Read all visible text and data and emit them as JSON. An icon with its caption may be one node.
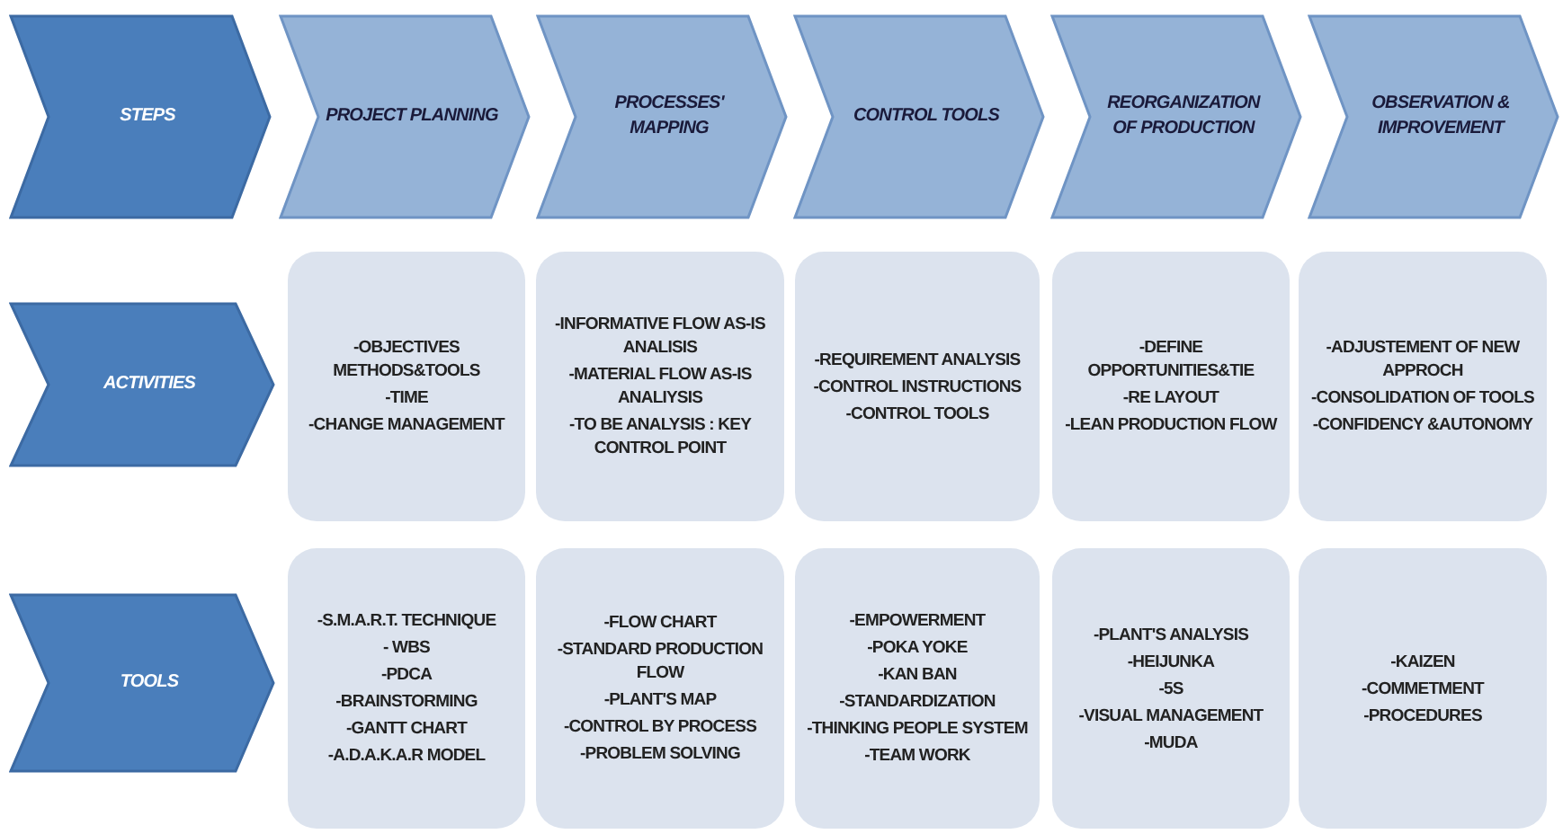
{
  "diagram": {
    "nodes": [
      {
        "text": [
          "STEPS"
        ]
      },
      {
        "text": [
          "PROJECT PLANNING"
        ]
      },
      {
        "text": [
          "PROCESSES' MAPPING"
        ]
      },
      {
        "text": [
          "CONTROL TOOLS"
        ]
      },
      {
        "text": [
          "REORGANIZATION OF PRODUCTION"
        ]
      },
      {
        "text": [
          "OBSERVATION & IMPROVEMENT"
        ]
      },
      {
        "text": [
          "ACTIVITIES"
        ]
      },
      {
        "text": [
          "-OBJECTIVES METHODS&TOOLS",
          "-TIME",
          "-CHANGE MANAGEMENT"
        ]
      },
      {
        "text": [
          "-INFORMATIVE FLOW AS-IS ANALISIS",
          "-MATERIAL FLOW AS-IS ANALIYSIS",
          "-TO BE ANALYSIS : KEY CONTROL POINT"
        ]
      },
      {
        "text": [
          "-REQUIREMENT ANALYSIS",
          "-CONTROL INSTRUCTIONS",
          "-CONTROL TOOLS"
        ]
      },
      {
        "text": [
          "-DEFINE OPPORTUNITIES&TIE",
          "-RE LAYOUT",
          "-LEAN PRODUCTION FLOW"
        ]
      },
      {
        "text": [
          "-ADJUSTEMENT OF NEW APPROCH",
          "-CONSOLIDATION OF TOOLS",
          "-CONFIDENCY &AUTONOMY"
        ]
      },
      {
        "text": [
          "TOOLS"
        ]
      },
      {
        "text": [
          "-S.M.A.R.T. TECHNIQUE",
          "- WBS",
          "-PDCA",
          "-BRAINSTORMING",
          "-GANTT CHART",
          "-A.D.A.K.A.R MODEL"
        ]
      },
      {
        "text": [
          "-FLOW CHART",
          "-STANDARD PRODUCTION FLOW",
          "-PLANT'S MAP",
          "-CONTROL BY PROCESS",
          "-PROBLEM SOLVING"
        ]
      },
      {
        "text": [
          "-EMPOWERMENT",
          "-POKA YOKE",
          "-KAN BAN",
          "-STANDARDIZATION",
          "-THINKING PEOPLE SYSTEM",
          "-TEAM WORK"
        ]
      },
      {
        "text": [
          "-PLANT'S ANALYSIS",
          "-HEIJUNKA",
          "-5S",
          "-VISUAL MANAGEMENT",
          "-MUDA"
        ]
      },
      {
        "text": [
          "-KAIZEN",
          "-COMMETMENT",
          "-PROCEDURES"
        ]
      }
    ]
  }
}
